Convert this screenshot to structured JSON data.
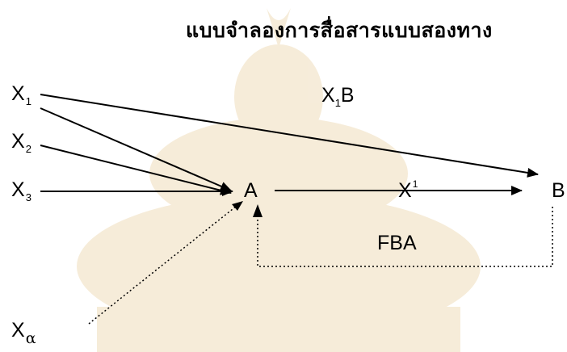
{
  "title": "แบบจำลองการสื่อสารแบบสองทาง",
  "nodes": {
    "x1": {
      "base": "X",
      "sub": "1"
    },
    "x2": {
      "base": "X",
      "sub": "2"
    },
    "x3": {
      "base": "X",
      "sub": "3"
    },
    "xalpha": {
      "base": "X",
      "sub": "α"
    },
    "a": {
      "label": "A"
    },
    "b": {
      "label": "B"
    }
  },
  "edge_labels": {
    "x1b": {
      "base": "X",
      "sub": "1",
      "rest": "B"
    },
    "x_prime": {
      "base": "X",
      "sup": "1"
    },
    "fba": "FBA"
  },
  "colors": {
    "ink": "#000000",
    "watermark": "#f5e9d3"
  }
}
